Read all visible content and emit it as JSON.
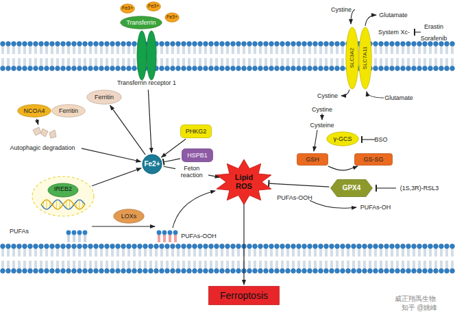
{
  "diagram": {
    "nodes": [
      {
        "text": [
          "Fe3+"
        ]
      },
      {
        "text": [
          "Fe3+"
        ]
      },
      {
        "text": [
          "Fe3+"
        ]
      },
      {
        "text": [
          "Transferrin"
        ]
      },
      {
        "text": [
          "Transferrin receptor 1"
        ]
      },
      {
        "text": [
          "SLC3A2"
        ]
      },
      {
        "text": [
          "SLC7A11"
        ]
      },
      {
        "text": [
          "NCOA4"
        ]
      },
      {
        "text": [
          "Ferritin"
        ]
      },
      {
        "text": [
          "Ferritin"
        ]
      },
      {
        "text": [
          "PHKG2"
        ]
      },
      {
        "text": [
          "γ-GCS"
        ]
      },
      {
        "text": [
          "Autophagic degradation"
        ]
      },
      {
        "text": [
          "HSPB1"
        ]
      },
      {
        "text": [
          "GSH"
        ]
      },
      {
        "text": [
          "GS-SG"
        ]
      },
      {
        "text": [
          "Fe2+"
        ]
      },
      {
        "text": [
          "Lipid ROS"
        ]
      },
      {
        "text": [
          "GPX4"
        ]
      },
      {
        "text": [
          "IREB2"
        ]
      },
      {
        "text": [
          "LOXs"
        ]
      },
      {
        "text": [
          "Ferroptosis"
        ]
      }
    ],
    "edges": [
      {
        "from": 4,
        "to": 16,
        "arrow": "to"
      },
      {
        "from": 16,
        "to": 9,
        "arrow": "to"
      },
      {
        "from": 7,
        "to": 12,
        "arrow": "to"
      },
      {
        "from": 12,
        "to": 16,
        "arrow": "to"
      },
      {
        "from": 10,
        "to": 16,
        "arrow": "to"
      },
      {
        "from": 13,
        "to": 16,
        "arrow": "to"
      },
      {
        "from": 19,
        "to": 16,
        "arrow": "to"
      },
      {
        "from": 16,
        "to": 17,
        "label": "Feton reaction",
        "arrow": "to"
      },
      {
        "from": 18,
        "to": 17,
        "arrow": "to"
      },
      {
        "from": 17,
        "to": 21,
        "arrow": "to"
      },
      {
        "from": 14,
        "to": 15,
        "arrow": "to"
      }
    ],
    "labels": [
      "Cystine",
      "Glutamate",
      "System Xc-",
      "Erastin",
      "Sorafenib",
      "Cystine",
      "Glutamate",
      "Cystine",
      "Cysteine",
      "BSO",
      "(1S,3R)-RSL3",
      "PUFAs-OOH",
      "PUFAs-OH",
      "PUFAs",
      "PUFAs-OOH",
      "威正翔禹生物",
      "知乎 @姚峰"
    ]
  }
}
